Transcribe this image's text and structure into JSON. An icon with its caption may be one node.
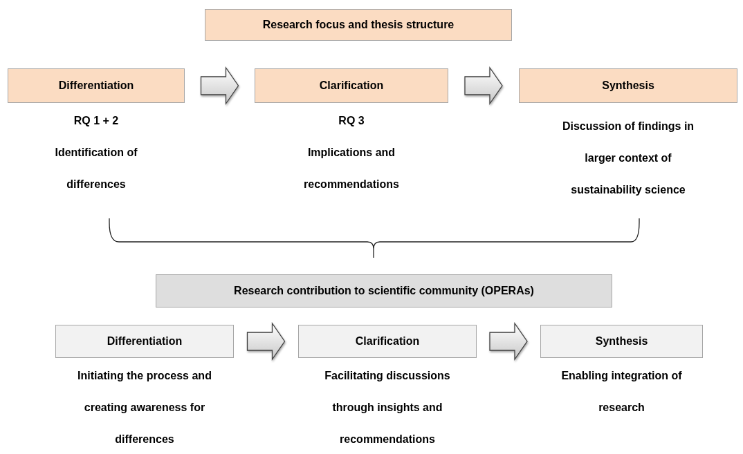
{
  "diagram": {
    "nodes": [
      {
        "text": [
          "Research focus and thesis structure"
        ]
      },
      {
        "text": [
          "Differentiation"
        ],
        "beside": [
          "RQ 1 + 2",
          "Identification of differences"
        ]
      },
      {
        "text": [
          "Clarification"
        ],
        "beside": [
          "RQ 3",
          "Implications and recommendations"
        ]
      },
      {
        "text": [
          "Synthesis"
        ],
        "beside": [
          "Discussion of findings in larger context of sustainability science"
        ]
      },
      {
        "text": [
          "Research contribution to scientific community (OPERAs)"
        ]
      },
      {
        "text": [
          "Differentiation"
        ],
        "beside": [
          "Initiating the process and creating awareness for differences"
        ]
      },
      {
        "text": [
          "Clarification"
        ],
        "beside": [
          "Facilitating discussions through insights and recommendations"
        ]
      },
      {
        "text": [
          "Synthesis"
        ],
        "beside": [
          "Enabling integration of research"
        ]
      }
    ],
    "edges": [
      {
        "from": 1,
        "to": 2,
        "arrow": "to"
      },
      {
        "from": 2,
        "to": 3,
        "arrow": "to"
      },
      {
        "from": 5,
        "to": 6,
        "arrow": "to"
      },
      {
        "from": 6,
        "to": 7,
        "arrow": "to"
      }
    ]
  }
}
